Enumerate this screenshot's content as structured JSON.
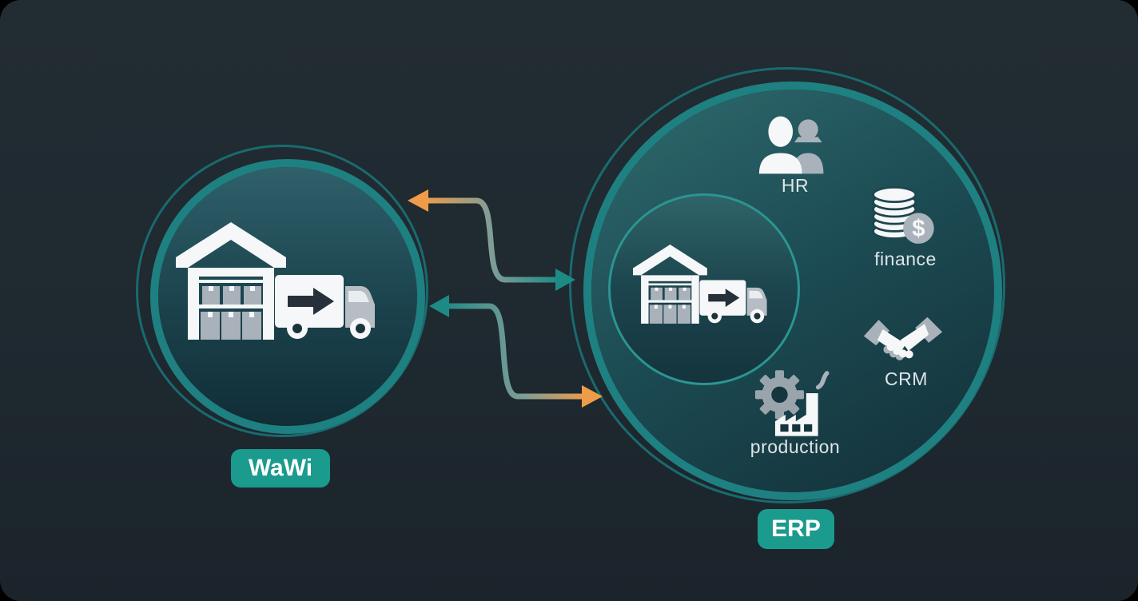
{
  "systems": {
    "wawi": {
      "badge_label": "WaWi",
      "icon": "warehouse-truck-icon"
    },
    "erp": {
      "badge_label": "ERP",
      "contains_wawi_subsystem": true,
      "inner_icon": "warehouse-truck-icon",
      "modules": [
        {
          "id": "hr",
          "label": "HR",
          "icon": "people-icon"
        },
        {
          "id": "finance",
          "label": "finance",
          "icon": "coins-dollar-icon",
          "coin_symbol": "$"
        },
        {
          "id": "crm",
          "label": "CRM",
          "icon": "handshake-icon"
        },
        {
          "id": "production",
          "label": "production",
          "icon": "gear-factory-icon"
        }
      ]
    }
  },
  "arrows": [
    {
      "position": "top",
      "shape": "s-curve",
      "left_head": "orange",
      "right_head": "teal",
      "connects": [
        "WaWi",
        "ERP"
      ]
    },
    {
      "position": "bottom",
      "shape": "s-curve",
      "left_head": "teal",
      "right_head": "orange",
      "connects": [
        "WaWi",
        "ERP"
      ]
    }
  ],
  "colors": {
    "background": "#202a31",
    "ring_teal": "#1e8081",
    "ring_thin_teal": "#186b6e",
    "badge_teal": "#1b9a8e",
    "orange": "#ef9c49",
    "arrow_teal": "#1e8a85",
    "icon_white": "#f5f7f8",
    "icon_gray": "#a9b2ba",
    "label_text": "#dfe5e8"
  }
}
